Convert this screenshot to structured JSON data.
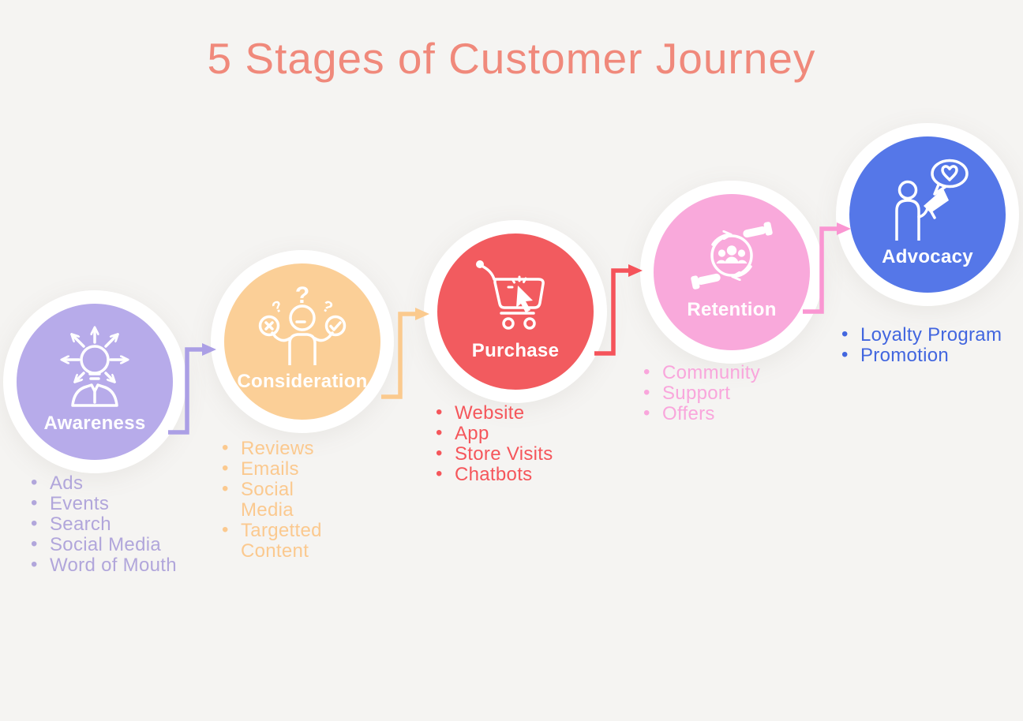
{
  "title": "5 Stages of Customer Journey",
  "background_color": "#f5f4f2",
  "title_color": "#f0897b",
  "label_text_color": "#ffffff",
  "stages": [
    {
      "name": "Awareness",
      "icon": "idea-person-icon",
      "circle_color": "#b7abea",
      "list_color": "#b1a6db",
      "arrow_color": "#ab9fe5",
      "items": [
        "Ads",
        "Events",
        "Search",
        "Social Media",
        "Word of Mouth"
      ]
    },
    {
      "name": "Consideration",
      "icon": "decision-person-icon",
      "circle_color": "#fbcf97",
      "list_color": "#fbc98f",
      "arrow_color": "#fbca8e",
      "items": [
        "Reviews",
        "Emails",
        "Social Media",
        "Targetted Content"
      ]
    },
    {
      "name": "Purchase",
      "icon": "cart-click-icon",
      "circle_color": "#f25b5f",
      "list_color": "#f5565b",
      "arrow_color": "#f5535a",
      "items": [
        "Website",
        "App",
        "Store Visits",
        "Chatbots"
      ]
    },
    {
      "name": "Retention",
      "icon": "care-people-icon",
      "circle_color": "#f9a9db",
      "list_color": "#f9a6dc",
      "arrow_color": "#fa96d2",
      "items": [
        "Community",
        "Support",
        "Offers"
      ]
    },
    {
      "name": "Advocacy",
      "icon": "megaphone-heart-icon",
      "circle_color": "#5577e8",
      "list_color": "#4266df",
      "items": [
        "Loyalty Program",
        "Promotion"
      ]
    }
  ]
}
